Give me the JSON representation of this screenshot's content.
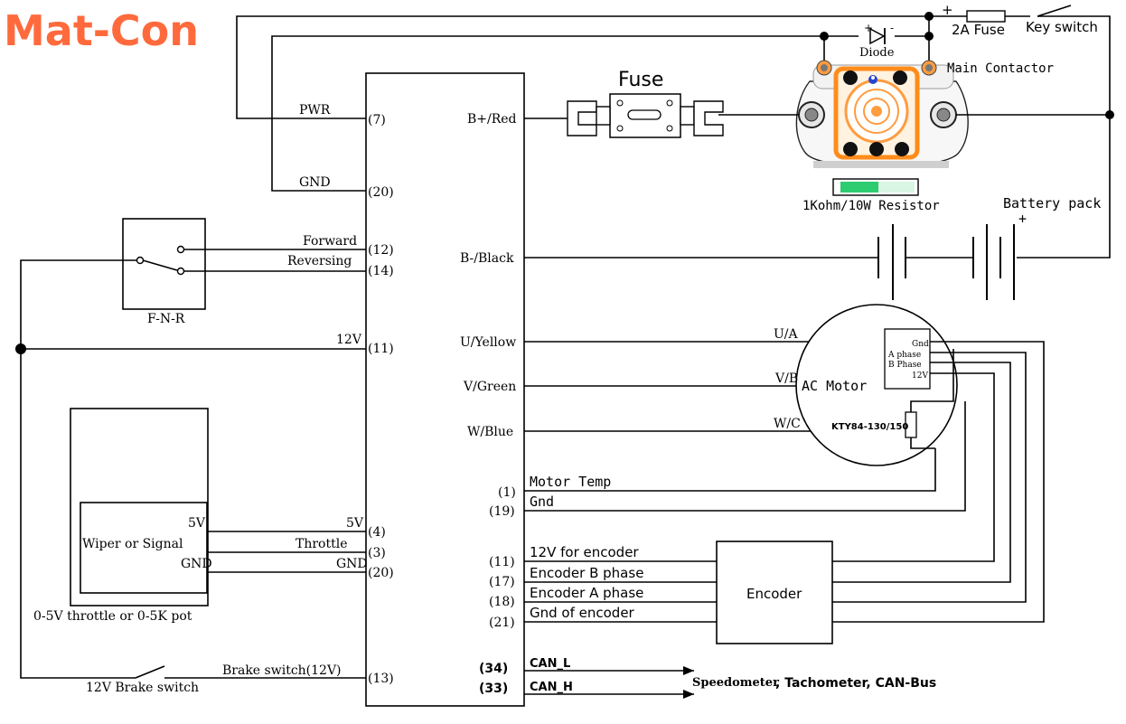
{
  "brand": {
    "logo": "Mat-Con",
    "logo_color": "#ff6a3d"
  },
  "controller": {
    "left_pins": {
      "pwr": {
        "label": "PWR",
        "pin": "(7)"
      },
      "gnd": {
        "label": "GND",
        "pin": "(20)"
      },
      "forward": {
        "label": "Forward",
        "pin": "(12)"
      },
      "reversing": {
        "label": "Reversing",
        "pin": "(14)"
      },
      "v12": {
        "label": "12V",
        "pin": "(11)"
      },
      "v5": {
        "label": "5V",
        "pin": "(4)"
      },
      "throttle": {
        "label": "Throttle",
        "pin": "(3)"
      },
      "gnd2": {
        "label": "GND",
        "pin": "(20)"
      },
      "brake": {
        "label": "Brake switch(12V)",
        "pin": "(13)"
      }
    },
    "right_pins": {
      "bplus": "B+/Red",
      "bminus": "B-/Black",
      "u": "U/Yellow",
      "v": "V/Green",
      "w": "W/Blue",
      "motor_temp": {
        "label": "Motor Temp",
        "pin": "(1)"
      },
      "gnd": {
        "label": "Gnd",
        "pin": "(19)"
      },
      "enc12": {
        "label": "12V for encoder",
        "pin": "(11)"
      },
      "encb": {
        "label": "Encoder B phase",
        "pin": "(17)"
      },
      "enca": {
        "label": "Encoder A phase",
        "pin": "(18)"
      },
      "encgnd": {
        "label": "Gnd of encoder",
        "pin": "(21)"
      },
      "canl": {
        "label": "CAN_L",
        "pin": "(34)"
      },
      "canh": {
        "label": "CAN_H",
        "pin": "(33)"
      }
    }
  },
  "fnr": {
    "label": "F-N-R"
  },
  "throttle_box": {
    "inner_label": "Wiper or Signal",
    "pin_5v": "5V",
    "pin_gnd": "GND",
    "caption": "0-5V throttle or 0-5K pot"
  },
  "brake_switch": {
    "label": "12V Brake switch"
  },
  "fuse": {
    "label": "Fuse"
  },
  "fuse_2a": {
    "plus": "+",
    "label": "2A Fuse"
  },
  "key_switch": {
    "label": "Key switch"
  },
  "diode": {
    "label": "Diode",
    "plus": "+",
    "minus": "-"
  },
  "contactor": {
    "label": "Main Contactor"
  },
  "resistor": {
    "label": "1Kohm/10W Resistor"
  },
  "battery": {
    "label": "Battery pack",
    "plus": "+"
  },
  "motor": {
    "label": "AC Motor",
    "phase_u": "U/A",
    "phase_v": "V/B",
    "phase_w": "W/C",
    "enc_gnd": "Gnd",
    "enc_a": "A phase",
    "enc_b": "B Phase",
    "enc_12v": "12V",
    "sensor": "KTY84-130/150"
  },
  "encoder": {
    "label": "Encoder"
  },
  "can_destination": {
    "prefix": "Speedometer",
    "rest": ", Tachometer, CAN-Bus"
  }
}
